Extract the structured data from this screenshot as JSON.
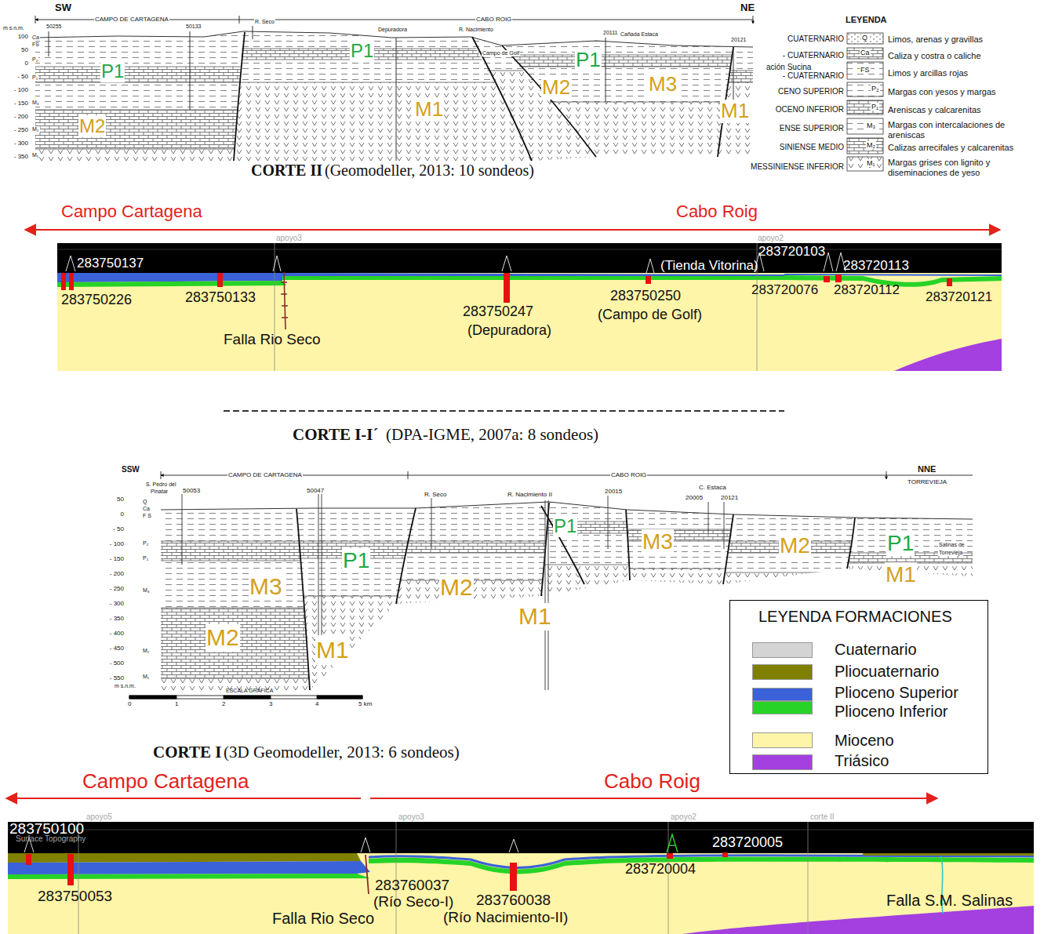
{
  "diagram": {
    "nodes": [
      {
        "text": [
          "LEYENDA FORMACIONES"
        ]
      }
    ],
    "labels": [
      "SW",
      "NE",
      "CAMPO DE CARTAGENA",
      "CABO ROIG",
      "m s.n.m.",
      "100",
      "50",
      "0",
      "- 50",
      "- 100",
      "- 150",
      "- 200",
      "- 250",
      "- 300",
      "- 350",
      "Ca",
      "FS",
      "P₂",
      "P₁",
      "M₃",
      "M₂",
      "M₁",
      "50255",
      "50133",
      "R. Seco",
      "Depuradora",
      "R. Nacimiento",
      "Campo de Golf",
      "20111",
      "Cañada Estaca",
      "20121",
      "P1",
      "M2",
      "P1",
      "M1",
      "M2",
      "P1",
      "M3",
      "M1",
      "CORTE II",
      "(Geomodeller, 2013: 10 sondeos)",
      "LEYENDA",
      "CUATERNARIO",
      "- CUATERNARIO",
      "ación Sucina",
      "- CUATERNARIO",
      "CENO SUPERIOR",
      "OCENO INFERIOR",
      "ENSE SUPERIOR",
      "SINIENSE MEDIO",
      "MESSINIENSE INFERIOR",
      "Q",
      "Ca",
      "FS",
      "P₂",
      "P₁",
      "M₃",
      "M₂",
      "M₁",
      "Campo Cartagena",
      "Cabo Roig",
      "apoyo3",
      "apoyo2",
      "283750137",
      "283750226",
      "283750133",
      "Falla Rio Seco",
      "283750247",
      "(Depuradora)",
      "283750250",
      "(Campo de Golf)",
      "283720103",
      "(Tienda Vitorina)",
      "283720113",
      "283720076",
      "283720112",
      "283720121",
      "CORTE I-I´",
      "(DPA-IGME, 2007a: 8 sondeos)",
      "SSW",
      "NNE",
      "TORREVIEJA",
      "CAMPO DE CARTAGENA",
      "CABO ROIG",
      "S. Pedro del",
      "Pinatar",
      "50053",
      "50047",
      "R. Seco",
      "R. Nacimiento II",
      "20015",
      "C. Estaca",
      "20005",
      "20121",
      "Salinas de",
      "Torrevieja",
      "50",
      "0",
      "- 50",
      "- 100",
      "- 150",
      "- 200",
      "- 250",
      "- 300",
      "- 350",
      "- 400",
      "- 450",
      "- 500",
      "- 550",
      "m s.n.m.",
      "Q",
      "Ca",
      "F S",
      "P₂",
      "P₁",
      "M₃",
      "M₂",
      "M₁",
      "P1",
      "M3",
      "M2",
      "P1",
      "M1",
      "P1",
      "M3",
      "M2",
      "M1",
      "M2",
      "M1",
      "ESCALA GRÁFICA",
      "0",
      "1",
      "2",
      "3",
      "4",
      "5 km",
      "CORTE I",
      "(3D Geomodeller, 2013: 6 sondeos)",
      "Campo Cartagena",
      "Cabo Roig",
      "apoyo5",
      "apoyo3",
      "apoyo2",
      "corte II",
      "283750100",
      "Surface Topography",
      "283720005",
      "283720004",
      "283760037",
      "(Río Seco-I)",
      "283750053",
      "283760038",
      "(Río Nacimiento-II)",
      "Falla Rio Seco",
      "Falla S.M. Salinas"
    ],
    "legend": [
      {
        "text": "Limos, arenas y gravillas"
      },
      {
        "text": "Caliza y costra o caliche"
      },
      {
        "text": "Limos y arcillas rojas"
      },
      {
        "text": "Margas con yesos y margas"
      },
      {
        "text": "Areniscas y calcarenitas"
      },
      {
        "text": "Margas con intercalaciones de areniscas"
      },
      {
        "text": "Calizas arrecifales y calcarenitas"
      },
      {
        "text": "Margas grises con lignito y diseminaciones de yeso"
      },
      {
        "text": "Cuaternario",
        "color": "#d4d4d4"
      },
      {
        "text": "Pliocuaternario",
        "color": "#808000"
      },
      {
        "text": "Plioceno Superior",
        "color": "#3b62d8"
      },
      {
        "text": "Plioceno Inferior",
        "color": "#27d327"
      },
      {
        "text": "Mioceno",
        "color": "#fff5a8"
      },
      {
        "text": "Triásico",
        "color": "#a43fe0"
      }
    ]
  }
}
